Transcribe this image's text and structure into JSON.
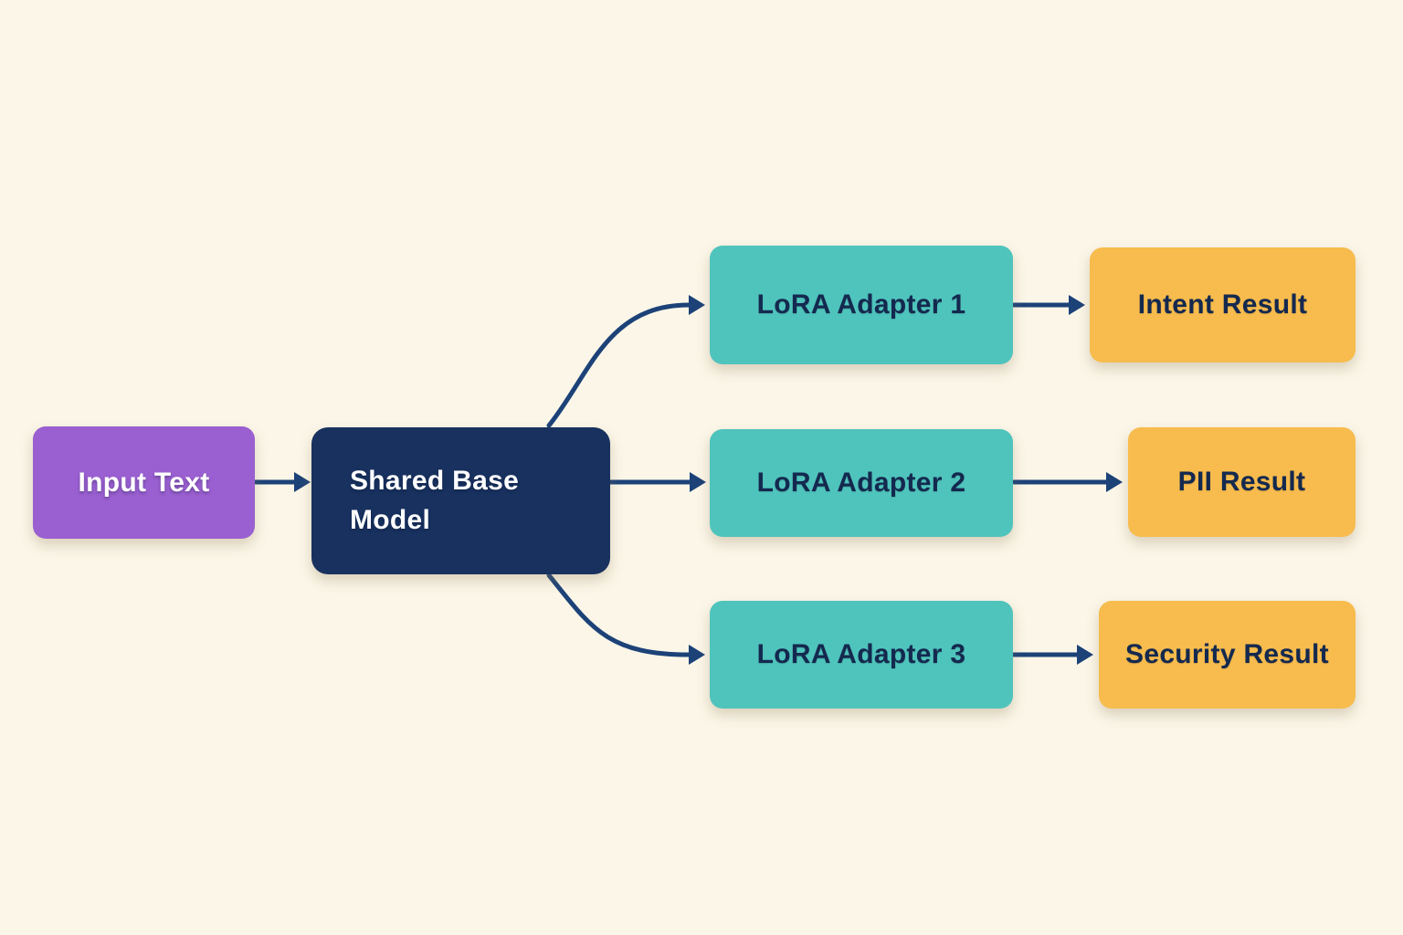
{
  "diagram": {
    "background_color": "#FBF6E8",
    "arrow_color": "#1C4278",
    "nodes": [
      {
        "id": "input-text",
        "label": "Input Text",
        "fill": "#9A5FD0",
        "text_color": "#FFFFFF"
      },
      {
        "id": "shared-base-model",
        "label": "Shared Base Model",
        "fill": "#18315F",
        "text_color": "#FFFFFF"
      },
      {
        "id": "lora-adapter-1",
        "label": "LoRA Adapter 1",
        "fill": "#4FC4BC",
        "text_color": "#14294F"
      },
      {
        "id": "lora-adapter-2",
        "label": "LoRA Adapter 2",
        "fill": "#4FC4BC",
        "text_color": "#14294F"
      },
      {
        "id": "lora-adapter-3",
        "label": "LoRA Adapter 3",
        "fill": "#4FC4BC",
        "text_color": "#14294F"
      },
      {
        "id": "intent-result",
        "label": "Intent Result",
        "fill": "#F7BC4D",
        "text_color": "#14294F"
      },
      {
        "id": "pii-result",
        "label": "PII Result",
        "fill": "#F7BC4D",
        "text_color": "#14294F"
      },
      {
        "id": "security-result",
        "label": "Security Result",
        "fill": "#F7BC4D",
        "text_color": "#14294F"
      }
    ],
    "edges": [
      {
        "from": "input-text",
        "to": "shared-base-model",
        "style": "straight-arrow"
      },
      {
        "from": "shared-base-model",
        "to": "lora-adapter-1",
        "style": "curved-arrow"
      },
      {
        "from": "shared-base-model",
        "to": "lora-adapter-2",
        "style": "straight-arrow"
      },
      {
        "from": "shared-base-model",
        "to": "lora-adapter-3",
        "style": "curved-arrow"
      },
      {
        "from": "lora-adapter-1",
        "to": "intent-result",
        "style": "straight-arrow"
      },
      {
        "from": "lora-adapter-2",
        "to": "pii-result",
        "style": "straight-arrow"
      },
      {
        "from": "lora-adapter-3",
        "to": "security-result",
        "style": "straight-arrow"
      }
    ]
  }
}
